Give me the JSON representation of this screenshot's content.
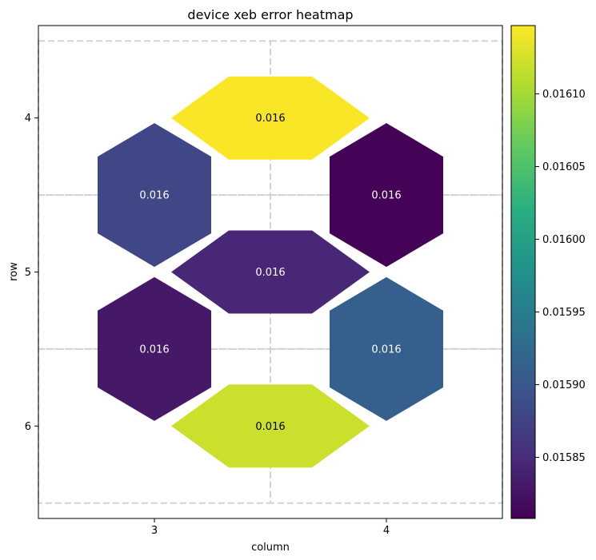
{
  "chart_data": {
    "type": "heatmap",
    "title": "device xeb error heatmap",
    "xlabel": "column",
    "ylabel": "row",
    "x_ticks": [
      3,
      4
    ],
    "y_ticks": [
      4,
      5,
      6
    ],
    "xlim": [
      2.5,
      4.5
    ],
    "ylim": [
      3.4,
      6.6
    ],
    "colormap": "viridis",
    "color_range": [
      0.015808,
      0.016147
    ],
    "colorbar_ticks": [
      "0.01585",
      "0.01590",
      "0.01595",
      "0.01600",
      "0.01605",
      "0.01610"
    ],
    "colorbar_tick_values": [
      0.01585,
      0.0159,
      0.01595,
      0.016,
      0.01605,
      0.0161
    ],
    "cells": [
      {
        "kind": "horizontal",
        "row": 4,
        "col": 3.5,
        "value": 0.016145,
        "label": "0.016"
      },
      {
        "kind": "vertical",
        "row": 4.5,
        "col": 3,
        "value": 0.01588,
        "label": "0.016"
      },
      {
        "kind": "vertical",
        "row": 4.5,
        "col": 4,
        "value": 0.01581,
        "label": "0.016"
      },
      {
        "kind": "horizontal",
        "row": 5,
        "col": 3.5,
        "value": 0.015845,
        "label": "0.016"
      },
      {
        "kind": "vertical",
        "row": 5.5,
        "col": 3,
        "value": 0.01583,
        "label": "0.016"
      },
      {
        "kind": "vertical",
        "row": 5.5,
        "col": 4,
        "value": 0.01591,
        "label": "0.016"
      },
      {
        "kind": "horizontal",
        "row": 6,
        "col": 3.5,
        "value": 0.01612,
        "label": "0.016"
      }
    ],
    "grid": "dashed qubit outlines",
    "legend": "colorbar at right"
  }
}
